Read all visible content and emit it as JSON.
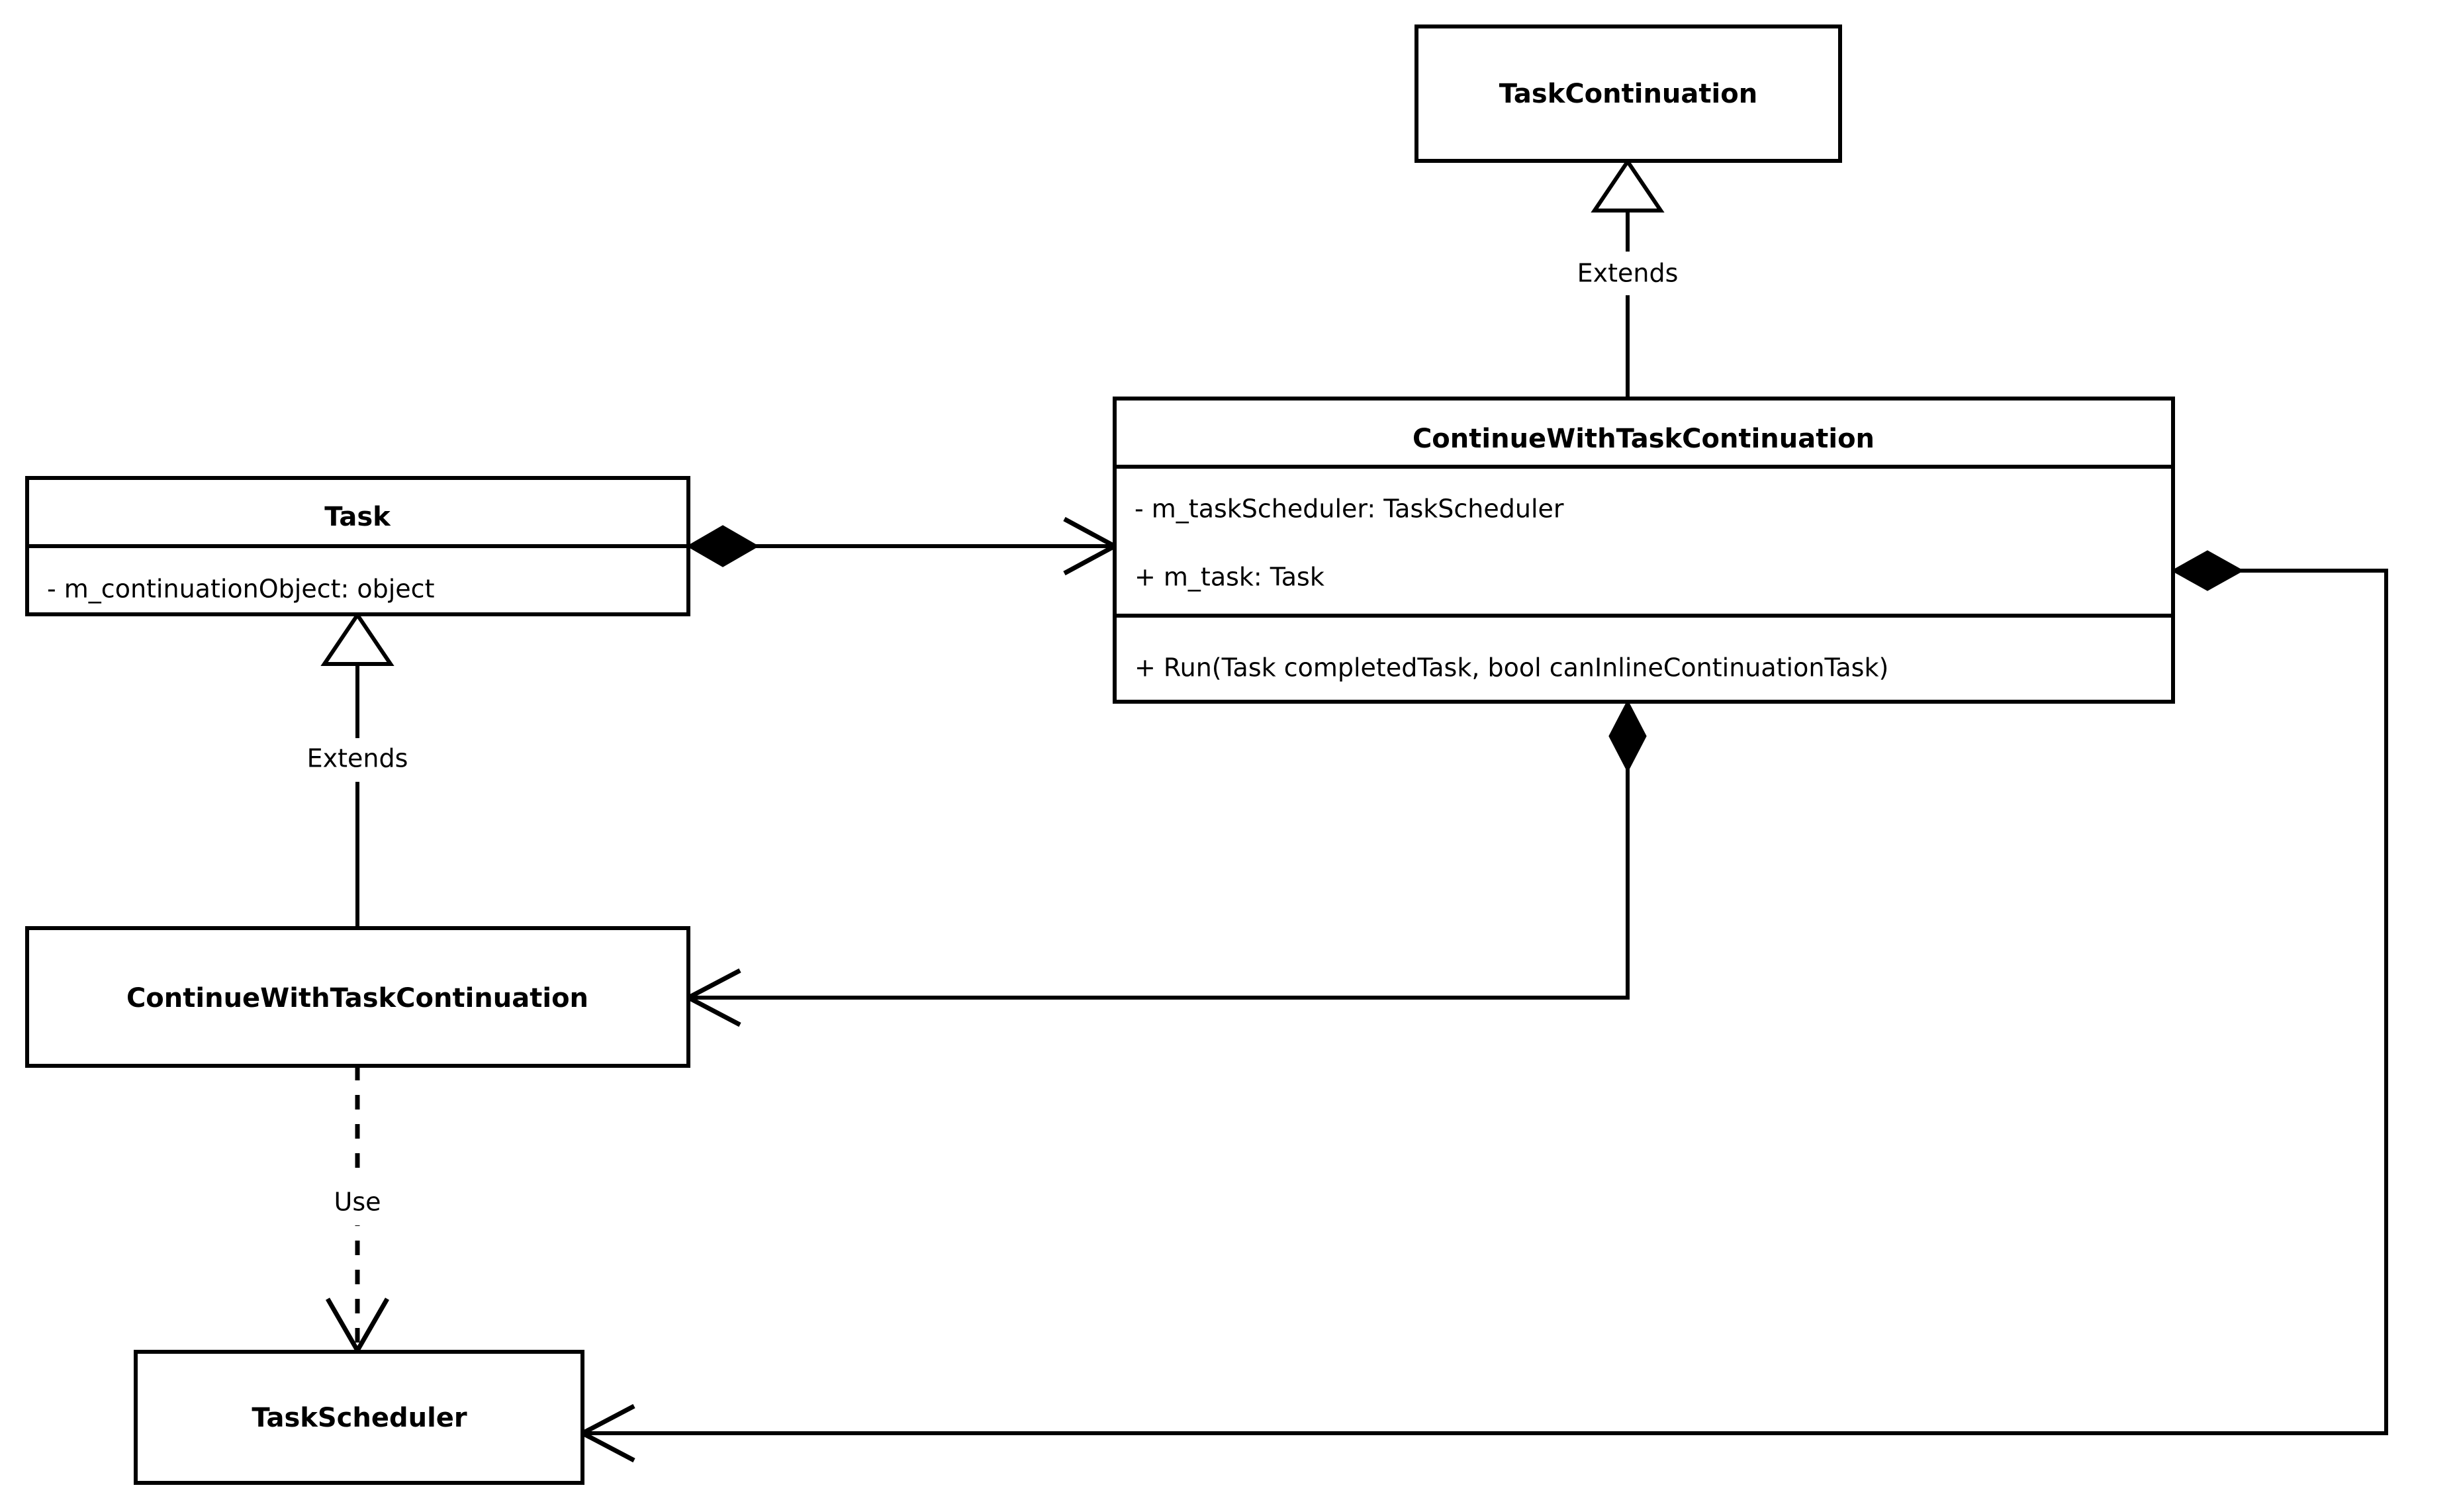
{
  "diagram": {
    "kind": "uml-class-diagram",
    "background_color": "#ffffff",
    "line_color": "#000000",
    "box_fill": "#ffffff"
  },
  "classes": {
    "task_continuation": {
      "name": "TaskContinuation",
      "attributes": [],
      "operations": []
    },
    "continue_with_task_continuation_main": {
      "name": "ContinueWithTaskContinuation",
      "attributes": [
        "- m_taskScheduler: TaskScheduler",
        "+ m_task: Task"
      ],
      "operations": [
        "+ Run(Task completedTask, bool canInlineContinuationTask)"
      ]
    },
    "task": {
      "name": "Task",
      "attributes": [
        "- m_continuationObject: object"
      ],
      "operations": []
    },
    "continue_with_task_continuation_sub": {
      "name": "ContinueWithTaskContinuation",
      "attributes": [],
      "operations": []
    },
    "task_scheduler": {
      "name": "TaskScheduler",
      "attributes": [],
      "operations": []
    }
  },
  "relationships": {
    "extends_top": {
      "label": "Extends",
      "type": "generalization",
      "from": "ContinueWithTaskContinuation",
      "to": "TaskContinuation"
    },
    "extends_left": {
      "label": "Extends",
      "type": "generalization",
      "from": "ContinueWithTaskContinuation",
      "to": "Task"
    },
    "use_left": {
      "label": "Use",
      "type": "dependency",
      "from": "ContinueWithTaskContinuation",
      "to": "TaskScheduler"
    },
    "task_composition": {
      "label": "",
      "type": "composition",
      "from": "Task",
      "to": "ContinueWithTaskContinuation"
    },
    "cwtc_to_sub": {
      "label": "",
      "type": "composition",
      "from": "ContinueWithTaskContinuation",
      "to": "ContinueWithTaskContinuation"
    },
    "cwtc_to_scheduler": {
      "label": "",
      "type": "composition",
      "from": "ContinueWithTaskContinuation",
      "to": "TaskScheduler"
    }
  }
}
